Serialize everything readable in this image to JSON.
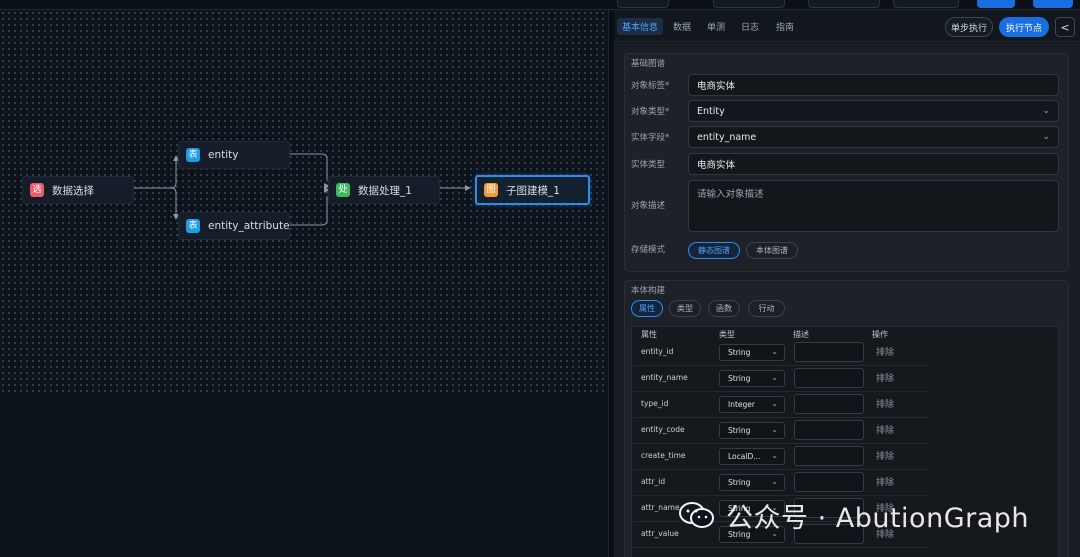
{
  "canvas": {
    "nodes": [
      {
        "badge": "选",
        "label": "数据选择",
        "color": "#f05b6c"
      },
      {
        "badge": "表",
        "label": "entity",
        "color": "#1e9de5"
      },
      {
        "badge": "表",
        "label": "entity_attribute",
        "color": "#1e9de5"
      },
      {
        "badge": "处",
        "label": "数据处理_1",
        "color": "#3dbb5f"
      },
      {
        "badge": "图",
        "label": "子图建模_1",
        "color": "#f59a3c"
      }
    ]
  },
  "panel": {
    "tabs": [
      "基本信息",
      "数据",
      "单测",
      "日志",
      "指南"
    ],
    "active_tab": "基本信息",
    "buttons": {
      "step": "单步执行",
      "run": "执行节点",
      "collapse": "<"
    },
    "basic": {
      "title": "基础图谱",
      "fields": {
        "object_label": {
          "label": "对象标签*",
          "value": "电商实体"
        },
        "object_type": {
          "label": "对象类型*",
          "value": "Entity"
        },
        "entity_field": {
          "label": "实体字段*",
          "value": "entity_name"
        },
        "entity_type": {
          "label": "实体类型",
          "value": "电商实体"
        },
        "object_desc": {
          "label": "对象描述",
          "placeholder": "请输入对象描述"
        },
        "storage_mode": {
          "label": "存储模式",
          "options": [
            "静态图谱",
            "本体图谱"
          ],
          "selected": "静态图谱"
        }
      }
    },
    "ontology": {
      "title": "本体构建",
      "tabs": [
        "属性",
        "类型",
        "函数",
        "行动"
      ],
      "active": "属性",
      "columns": [
        "属性",
        "类型",
        "描述",
        "操作"
      ],
      "remove_label": "排除",
      "rows": [
        {
          "name": "entity_id",
          "type": "String"
        },
        {
          "name": "entity_name",
          "type": "String"
        },
        {
          "name": "type_id",
          "type": "Integer"
        },
        {
          "name": "entity_code",
          "type": "String"
        },
        {
          "name": "create_time",
          "type": "LocalD..."
        },
        {
          "name": "attr_id",
          "type": "String"
        },
        {
          "name": "attr_name",
          "type": "String"
        },
        {
          "name": "attr_value",
          "type": "String"
        }
      ]
    }
  },
  "watermark": {
    "text": "公众号 · AbutionGraph"
  },
  "colors": {
    "accent": "#1a6fe0",
    "selected_border": "#2e8de6"
  }
}
